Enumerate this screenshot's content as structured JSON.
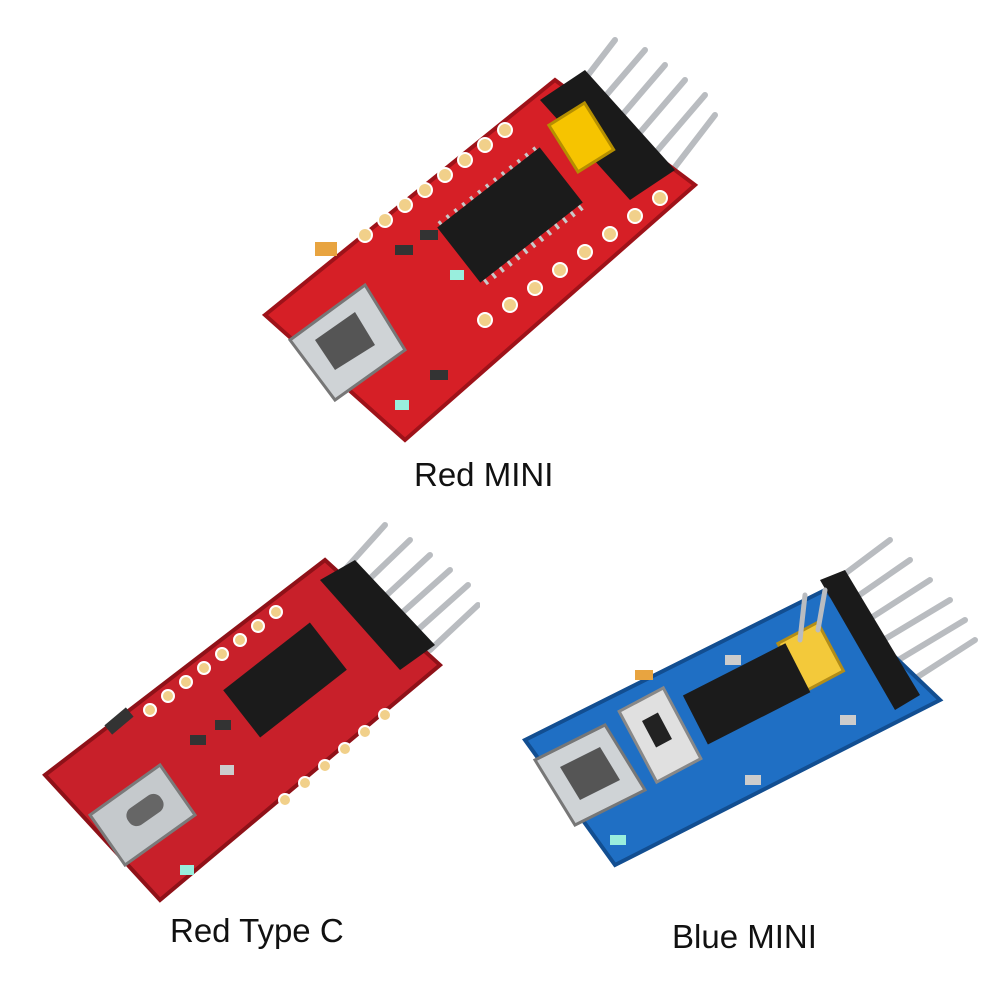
{
  "products": [
    {
      "id": "red-mini",
      "caption": "Red MINI",
      "board_color": "#d61f26",
      "connector": "mini-usb-icon"
    },
    {
      "id": "red-typec",
      "caption": "Red Type C",
      "board_color": "#c8202a",
      "connector": "usb-c-icon"
    },
    {
      "id": "blue-mini",
      "caption": "Blue MINI",
      "board_color": "#1f6fc4",
      "connector": "mini-usb-icon"
    }
  ],
  "colors": {
    "background": "#ffffff",
    "jumper_yellow": "#f6c400",
    "chip_black": "#1b1b1b",
    "pin_metal": "#b9bcc0",
    "silkscreen": "#ffffff"
  }
}
